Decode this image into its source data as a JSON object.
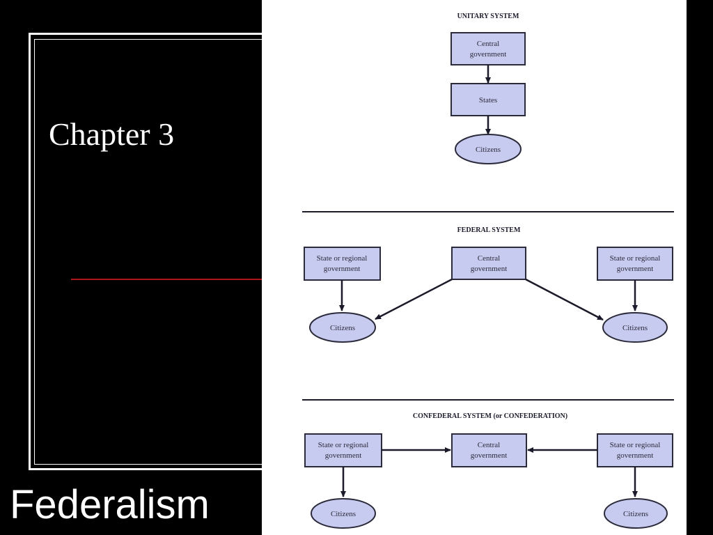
{
  "slide": {
    "chapter_title": "Chapter 3",
    "title": "Federalism",
    "accent_color": "#b01818"
  },
  "diagram": {
    "node_fill": "#c8cbf0",
    "node_stroke": "#2a2a3a",
    "unitary": {
      "heading": "UNITARY SYSTEM",
      "central": [
        "Central",
        "government"
      ],
      "states": "States",
      "citizens": "Citizens"
    },
    "federal": {
      "heading": "FEDERAL SYSTEM",
      "state_left": [
        "State or regional",
        "government"
      ],
      "central": [
        "Central",
        "government"
      ],
      "state_right": [
        "State or regional",
        "government"
      ],
      "citizens_left": "Citizens",
      "citizens_right": "Citizens"
    },
    "confederal": {
      "heading": "CONFEDERAL SYSTEM (or CONFEDERATION)",
      "state_left": [
        "State or regional",
        "government"
      ],
      "central": [
        "Central",
        "government"
      ],
      "state_right": [
        "State or regional",
        "government"
      ],
      "citizens_left": "Citizens",
      "citizens_right": "Citizens"
    }
  }
}
